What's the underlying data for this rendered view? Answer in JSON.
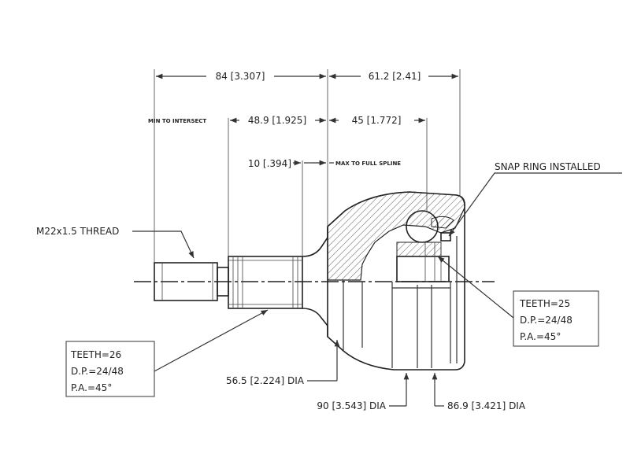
{
  "dimensions": {
    "overall_length": "84 [3.307]",
    "outer_length": "61.2 [2.41]",
    "min_to_intersect_label": "MIN TO INTERSECT",
    "min_to_intersect": "48.9 [1.925]",
    "inner_length": "45 [1.772]",
    "spline_offset": "10 [.394]",
    "max_to_full_spline_label": "MAX TO FULL SPLINE",
    "seal_dia": "56.5 [2.224] DIA",
    "outer_dia": "90 [3.543] DIA",
    "bell_dia": "86.9 [3.421] DIA"
  },
  "callouts": {
    "thread": "M22x1.5 THREAD",
    "snap_ring": "SNAP RING INSTALLED"
  },
  "outer_spline_spec": {
    "teeth": "TEETH=26",
    "dp": "D.P.=24/48",
    "pa": "P.A.=45°"
  },
  "inner_spline_spec": {
    "teeth": "TEETH=25",
    "dp": "D.P.=24/48",
    "pa": "P.A.=45°"
  }
}
